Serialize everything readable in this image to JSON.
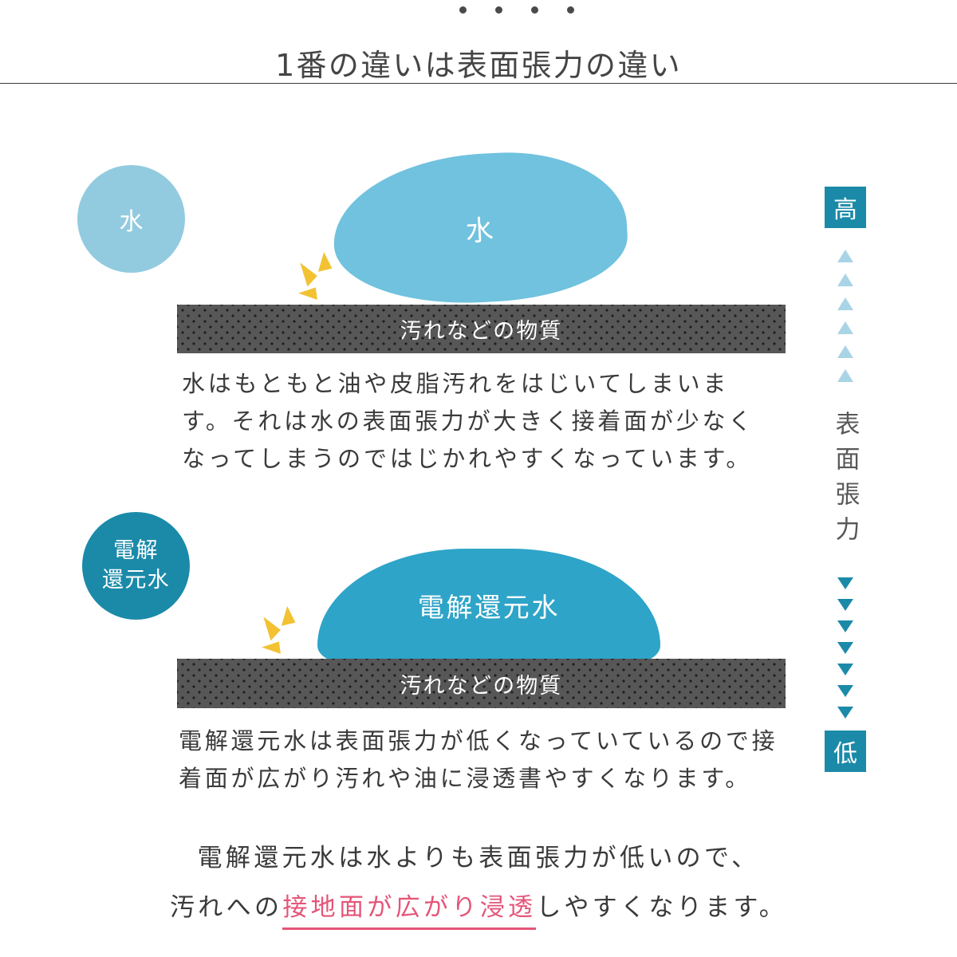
{
  "title": {
    "text": "1番の違いは表面張力の違い",
    "dots_count": 4
  },
  "section_water": {
    "badge_label": "水",
    "droplet_label": "水",
    "bar_label": "汚れなどの物質",
    "description_lines": [
      "水はもともと油や皮脂汚れをはじいてしまいま",
      "す。それは水の表面張力が大きく接着面が少なく",
      "なってしまうのではじかれやすくなっています。"
    ]
  },
  "section_denkai": {
    "badge_line1": "電解",
    "badge_line2": "還元水",
    "droplet_label": "電解還元水",
    "bar_label": "汚れなどの物質",
    "description_lines": [
      "電解還元水は表面張力が低くなっていているので接",
      "着面が広がり汚れや油に浸透書やすくなります。"
    ]
  },
  "scale": {
    "high_label": "高",
    "low_label": "低",
    "axis_label": "表面張力",
    "up_arrow_count": 6,
    "down_arrow_count": 7
  },
  "footer": {
    "line1": "電解還元水は水よりも表面張力が低いので、",
    "line2_prefix": "汚れへの",
    "line2_highlight": "接地面が広がり浸透",
    "line2_suffix": "しやすくなります。"
  },
  "colors": {
    "light_blue_badge": "#92cbdf",
    "water_droplet": "#70c2de",
    "teal": "#1b8aa9",
    "denkai_droplet": "#2ea4c8",
    "arrow_light": "#a9d4e6",
    "bar_gray": "#575757",
    "bar_dot": "#1f1f1f",
    "spark_yellow": "#f2c233",
    "pink": "#e45578",
    "text_dark": "#3a3a3a",
    "title_gray": "#454545"
  }
}
